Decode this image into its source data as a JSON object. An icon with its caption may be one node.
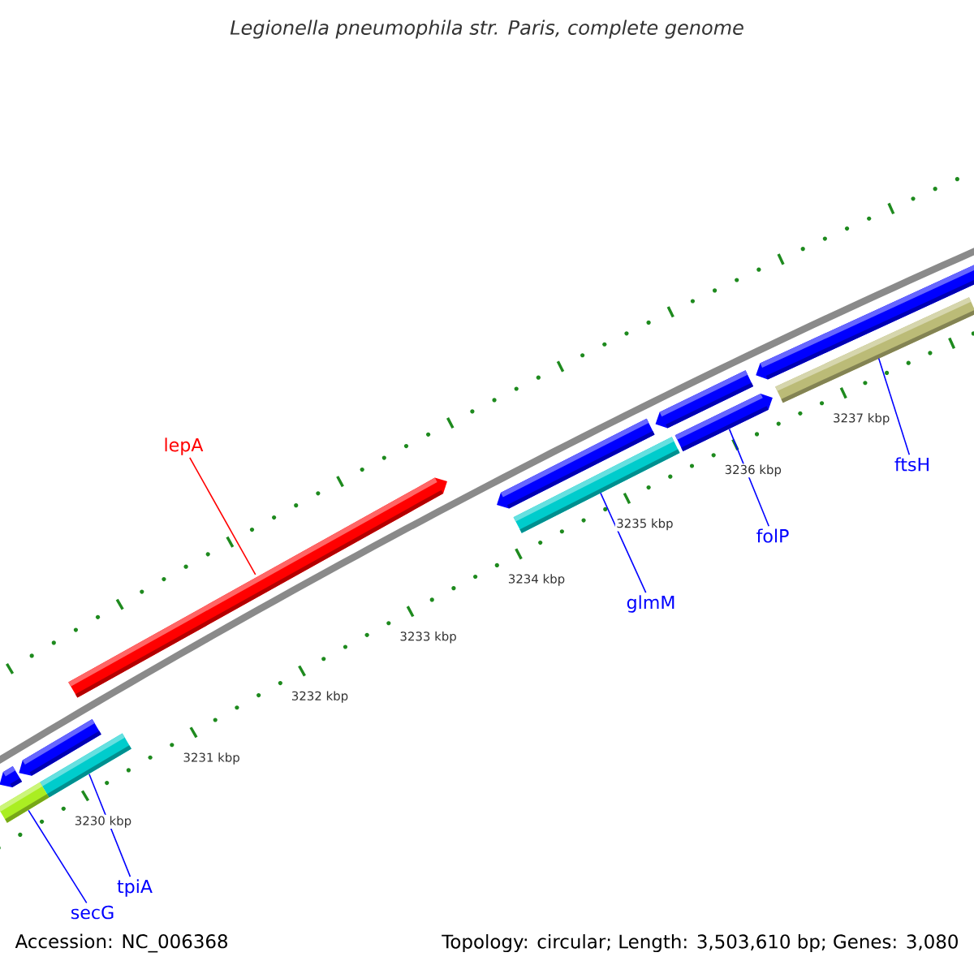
{
  "diagram": {
    "title": "Legionella pneumophila str. Paris, complete genome",
    "nodes": [
      {
        "text": [
          "lepA"
        ]
      },
      {
        "text": [],
        "shape": "bar"
      },
      {
        "text": [
          "glmM"
        ]
      },
      {
        "text": [],
        "shape": "bar"
      },
      {
        "text": [
          "folP"
        ]
      },
      {
        "text": [],
        "shape": "bar"
      },
      {
        "text": [
          "ftsH"
        ]
      },
      {
        "text": [],
        "shape": "bar"
      },
      {
        "text": [
          "tpiA"
        ]
      },
      {
        "text": [],
        "shape": "bar"
      },
      {
        "text": [
          "secG"
        ]
      },
      {
        "text": [],
        "shape": "bar"
      },
      {
        "text": [],
        "shape": "bar"
      },
      {
        "text": [],
        "shape": "bar"
      },
      {
        "text": [],
        "shape": "bar"
      },
      {
        "text": [],
        "shape": "bar"
      },
      {
        "text": [],
        "shape": "bar"
      }
    ],
    "edges": [
      {
        "from": 0,
        "to": 1,
        "arrow": "none",
        "color": "#ff0000"
      },
      {
        "from": 2,
        "to": 3,
        "arrow": "none"
      },
      {
        "from": 4,
        "to": 5,
        "arrow": "none"
      },
      {
        "from": 6,
        "to": 7,
        "arrow": "none"
      },
      {
        "from": 8,
        "to": 9,
        "arrow": "none"
      },
      {
        "from": 10,
        "to": 11,
        "arrow": "none"
      }
    ],
    "labels": [
      "3230 kbp",
      "3231 kbp",
      "3232 kbp",
      "3233 kbp",
      "3234 kbp",
      "3235 kbp",
      "3236 kbp",
      "3237 kbp",
      "Accession: NC_006368",
      "Topology: circular; Length: 3,503,610 bp; Genes: 3,080"
    ]
  }
}
